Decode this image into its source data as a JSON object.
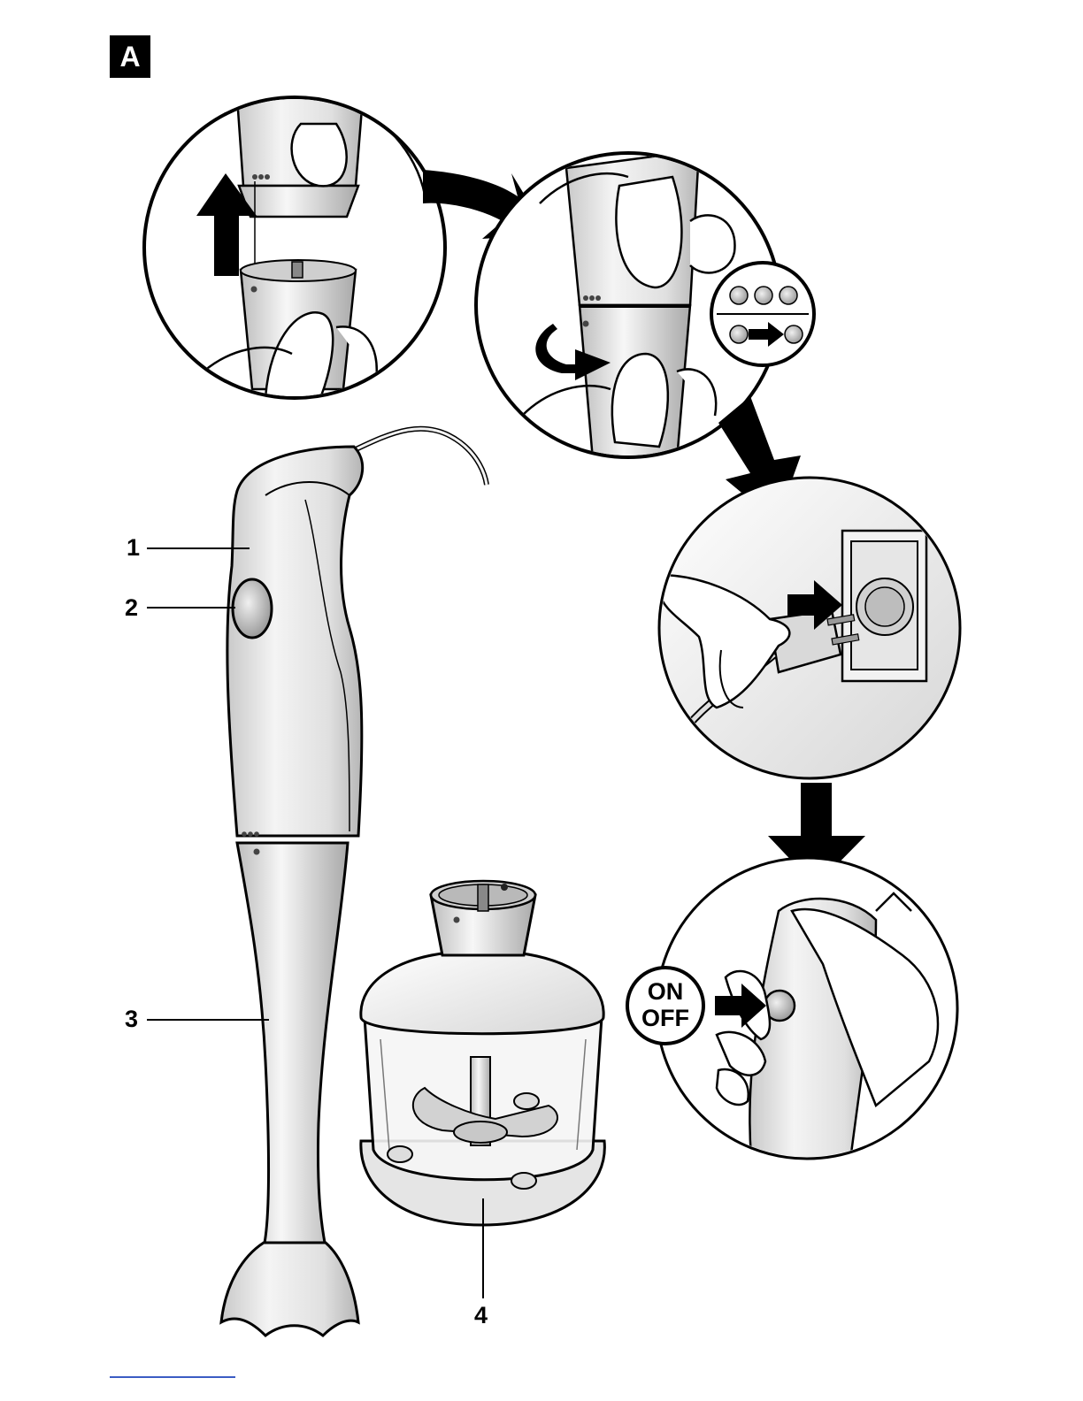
{
  "section_label": "A",
  "parts": [
    {
      "number": "1"
    },
    {
      "number": "2"
    },
    {
      "number": "3"
    },
    {
      "number": "4"
    }
  ],
  "switch_label": {
    "line1": "ON",
    "line2": "OFF"
  },
  "icons": [
    "arrow-up-icon",
    "curved-arrow-icon",
    "rotate-arrow-icon",
    "plug-icon",
    "socket-icon",
    "on-off-button-icon",
    "dot-alignment-icon"
  ],
  "colors": {
    "ink": "#000000",
    "body_grey": "#d8d8d8",
    "light_grey": "#eeeeee",
    "mid_grey": "#b9b9b9"
  }
}
